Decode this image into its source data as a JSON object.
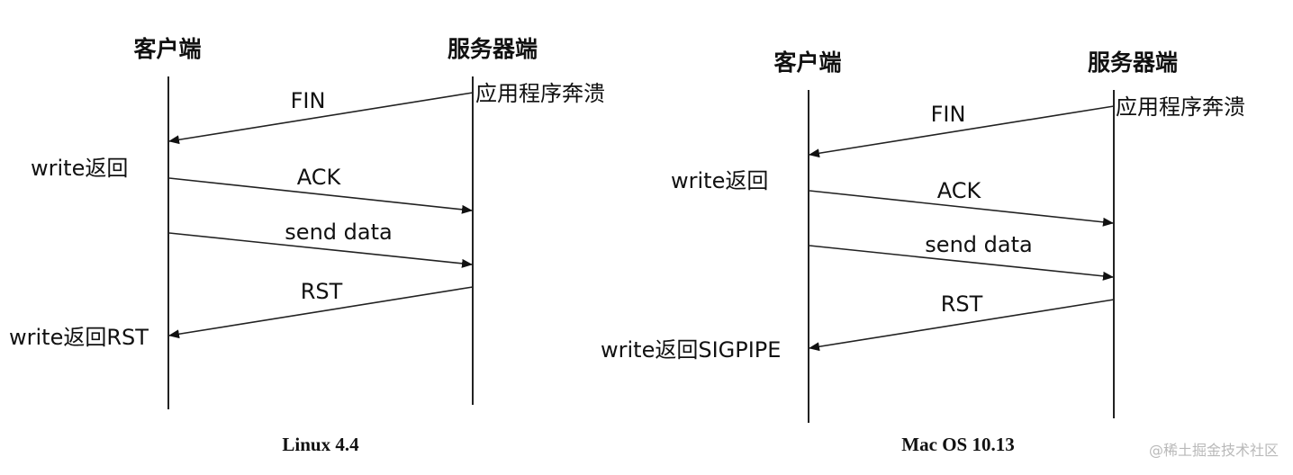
{
  "left": {
    "client_header": "客户端",
    "server_header": "服务器端",
    "server_event": "应用程序奔溃",
    "client_event_1": "write返回",
    "client_event_2": "write返回RST",
    "messages": {
      "fin": "FIN",
      "ack": "ACK",
      "send_data": "send data",
      "rst": "RST"
    },
    "caption": "Linux 4.4"
  },
  "right": {
    "client_header": "客户端",
    "server_header": "服务器端",
    "server_event": "应用程序奔溃",
    "client_event_1": "write返回",
    "client_event_2": "write返回SIGPIPE",
    "messages": {
      "fin": "FIN",
      "ack": "ACK",
      "send_data": "send data",
      "rst": "RST"
    },
    "caption": "Mac OS 10.13"
  },
  "watermark": "@稀土掘金技术社区"
}
